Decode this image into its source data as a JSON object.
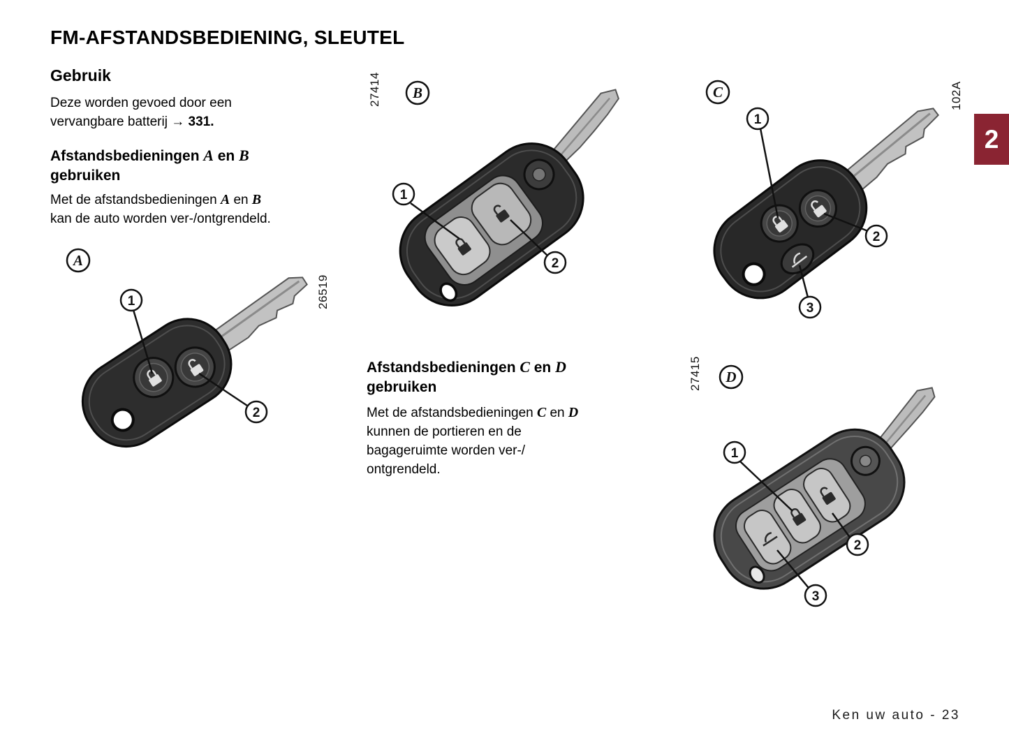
{
  "page": {
    "title": "FM-AFSTANDSBEDIENING, SLEUTEL",
    "chapter_number": "2",
    "footer": "Ken uw auto - 23"
  },
  "intro": {
    "heading": "Gebruik",
    "line1": "Deze worden gevoed door een",
    "line2": "vervangbare batterij ",
    "arrow": "→",
    "page_ref": " 331."
  },
  "section_ab": {
    "heading_pre": "Afstandsbedieningen ",
    "letter_a": "A",
    "mid": " en ",
    "letter_b": "B",
    "heading_line2": "gebruiken",
    "body_pre": "Met de afstandsbedieningen ",
    "body_line2": "kan de auto worden ver-/ontgrendeld."
  },
  "section_cd": {
    "heading_pre": "Afstandsbedieningen ",
    "letter_c": "C",
    "mid": " en ",
    "letter_d": "D",
    "heading_line2": "gebruiken",
    "body_pre": "Met de afstandsbedieningen ",
    "body_line2": "kunnen de portieren en de",
    "body_line3": "bagageruimte worden ver-/",
    "body_line4": "ontgrendeld."
  },
  "figures": {
    "a": {
      "label": "A",
      "ref": "26519",
      "callouts": [
        "1",
        "2"
      ]
    },
    "b": {
      "label": "B",
      "ref": "27414",
      "callouts": [
        "1",
        "2"
      ]
    },
    "c": {
      "label": "C",
      "ref": "102A",
      "callouts": [
        "1",
        "2",
        "3"
      ]
    },
    "d": {
      "label": "D",
      "ref": "27415",
      "callouts": [
        "1",
        "2",
        "3"
      ]
    }
  }
}
